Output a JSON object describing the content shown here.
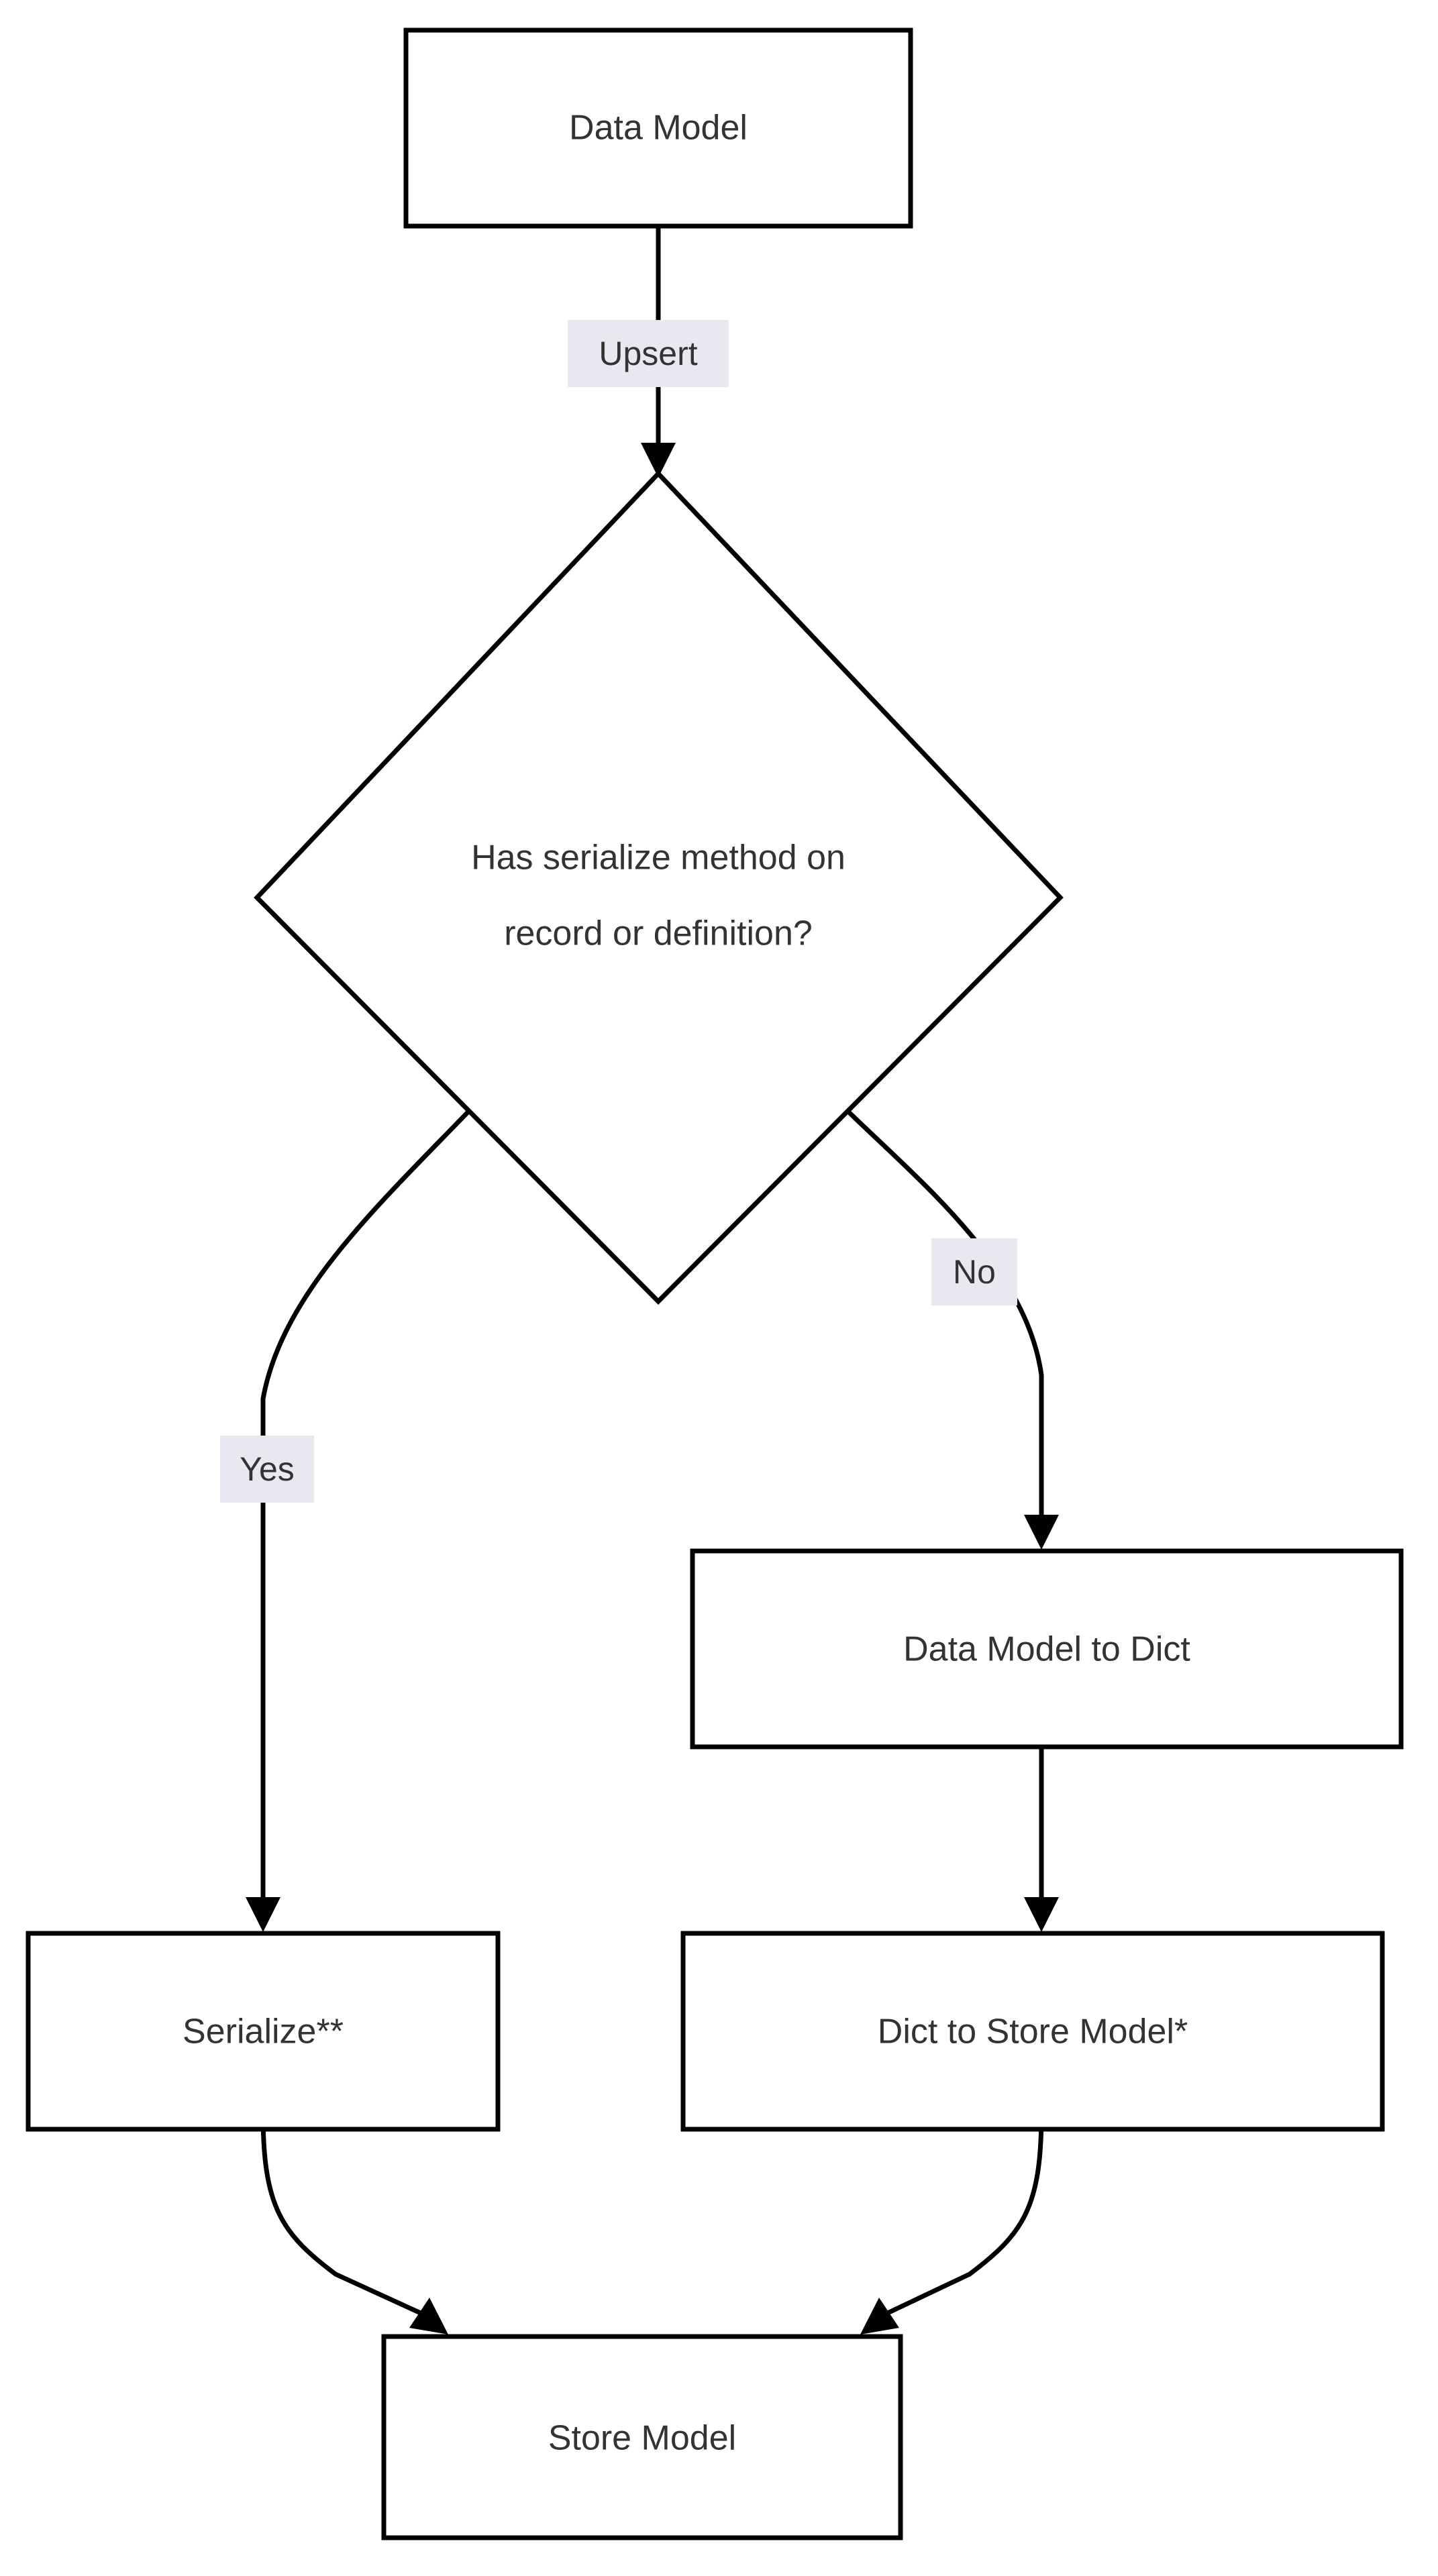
{
  "diagram": {
    "type": "flowchart",
    "orientation": "top-to-bottom",
    "background_color": "#ffffff",
    "node_fill_color": "#ffffff",
    "node_stroke_color": "#000000",
    "text_color": "#333333",
    "edge_label_bg_color": "#e8e8f0",
    "nodes": [
      {
        "id": "data_model",
        "shape": "rect",
        "label": "Data Model"
      },
      {
        "id": "has_serialize",
        "shape": "diamond",
        "label_line1": "Has serialize method on",
        "label_line2": "record or definition?"
      },
      {
        "id": "data_model_to_dict",
        "shape": "rect",
        "label": "Data Model to Dict"
      },
      {
        "id": "serialize",
        "shape": "rect",
        "label": "Serialize**"
      },
      {
        "id": "dict_to_store",
        "shape": "rect",
        "label": "Dict to Store Model*"
      },
      {
        "id": "store_model",
        "shape": "rect",
        "label": "Store Model"
      }
    ],
    "edges": [
      {
        "from": "data_model",
        "to": "has_serialize",
        "label": "Upsert"
      },
      {
        "from": "has_serialize",
        "to": "serialize",
        "label": "Yes"
      },
      {
        "from": "has_serialize",
        "to": "data_model_to_dict",
        "label": "No"
      },
      {
        "from": "data_model_to_dict",
        "to": "dict_to_store",
        "label": ""
      },
      {
        "from": "serialize",
        "to": "store_model",
        "label": ""
      },
      {
        "from": "dict_to_store",
        "to": "store_model",
        "label": ""
      }
    ]
  }
}
